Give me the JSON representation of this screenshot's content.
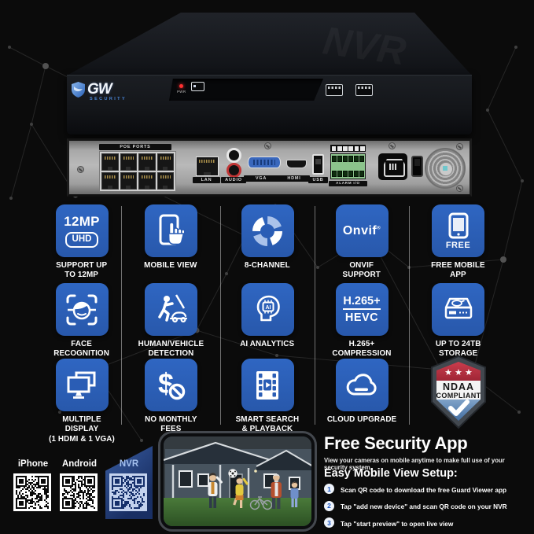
{
  "device": {
    "brand": "GW",
    "brand_sub": "SECURITY",
    "front": {
      "pwr_label": "PWR"
    },
    "rear": {
      "poe": "POE PORTS",
      "lan": "LAN",
      "audio": "AUDIO",
      "vga": "VGA",
      "hdmi": "HDMI",
      "usb": "USB",
      "alarm": "ALARM I/O"
    }
  },
  "features": {
    "tile_color": "#2a5db5",
    "items": [
      {
        "id": "12mp-uhd",
        "tile_text": "12MP",
        "tile_badge": "UHD",
        "caption": "SUPPORT UP\nTO 12MP"
      },
      {
        "id": "mobile-view",
        "caption": "MOBILE VIEW"
      },
      {
        "id": "8-channel",
        "caption": "8-CHANNEL"
      },
      {
        "id": "onvif",
        "tile_text": "Onvif",
        "tile_sup": "®",
        "caption": "ONVIF\nSUPPORT"
      },
      {
        "id": "free-mobile-app",
        "tile_label": "FREE",
        "caption": "FREE MOBILE\nAPP"
      },
      {
        "id": "face-recognition",
        "caption": "FACE\nRECOGNITION"
      },
      {
        "id": "human-vehicle-detection",
        "caption": "HUMAN/VEHICLE\nDETECTION"
      },
      {
        "id": "ai-analytics",
        "icon_text": "AI",
        "caption": "AI ANALYTICS"
      },
      {
        "id": "h265-compression",
        "tile_text": "H.265+",
        "tile_text2": "HEVC",
        "caption": "H.265+\nCOMPRESSION"
      },
      {
        "id": "storage-24tb",
        "caption": "UP TO 24TB\nSTORAGE"
      },
      {
        "id": "multiple-display",
        "caption": "MULTIPLE DISPLAY\n(1 HDMI & 1 VGA)"
      },
      {
        "id": "no-monthly-fees",
        "caption": "NO MONTHLY\nFEES"
      },
      {
        "id": "smart-search-playback",
        "caption": "SMART SEARCH\n& PLAYBACK"
      },
      {
        "id": "cloud-upgrade",
        "caption": "CLOUD UPGRADE"
      },
      {
        "id": "ndaa-compliant",
        "badge_stars": "★ ★ ★",
        "badge_line1": "NDAA",
        "badge_line2": "COMPLIANT"
      }
    ]
  },
  "qr": {
    "items": [
      {
        "label": "iPhone"
      },
      {
        "label": "Android"
      },
      {
        "label": "NVR"
      }
    ]
  },
  "app": {
    "title": "Free Security App",
    "subtitle": "View your cameras on mobile anytime to make full use of your security system.",
    "setup_title": "Easy Mobile View Setup:",
    "steps": [
      {
        "num": "1",
        "text": "Scan QR code to download the free Guard Viewer app"
      },
      {
        "num": "2",
        "text": "Tap \"add new device\" and scan QR code on your NVR"
      },
      {
        "num": "3",
        "text": "Tap \"start preview\" to open live view"
      }
    ]
  }
}
